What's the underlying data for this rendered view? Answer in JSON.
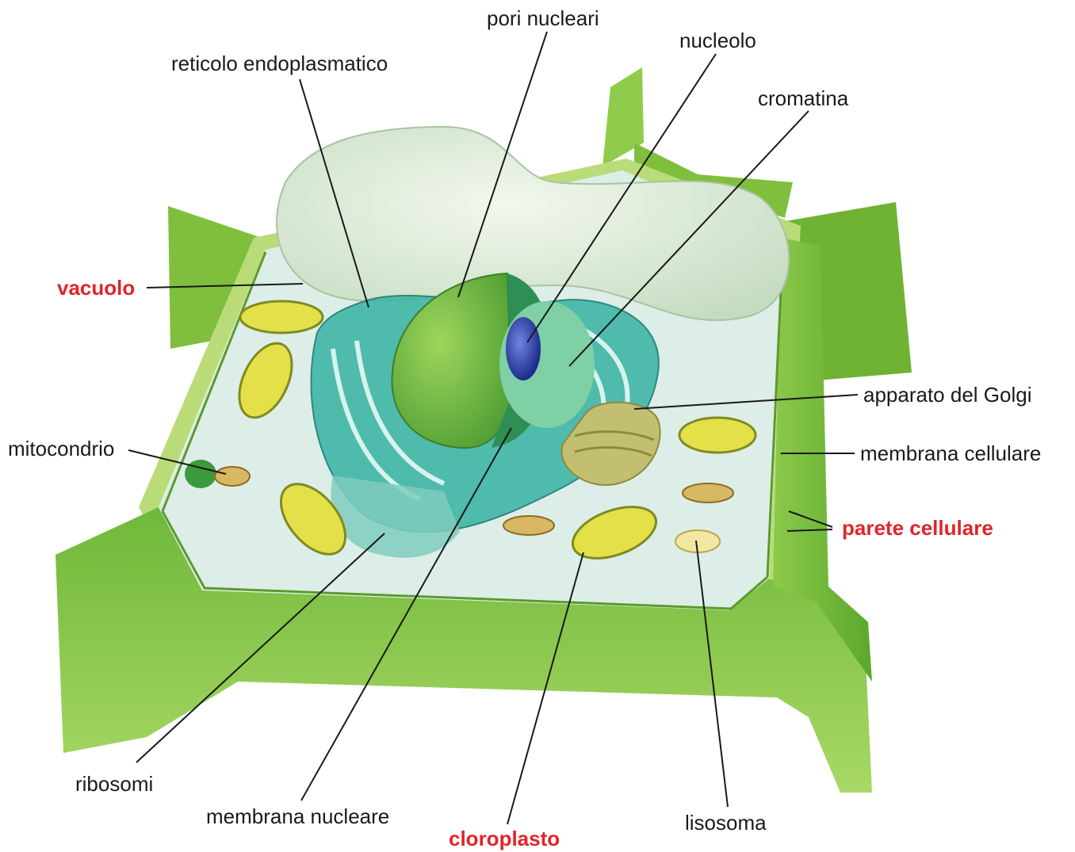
{
  "labels": {
    "pori_nucleari": "pori nucleari",
    "nucleolo": "nucleolo",
    "reticolo": "reticolo endoplasmatico",
    "cromatina": "cromatina",
    "vacuolo": "vacuolo",
    "golgi": "apparato del Golgi",
    "mitocondrio": "mitocondrio",
    "membrana_cellulare": "membrana cellulare",
    "parete_cellulare": "parete cellulare",
    "ribosomi": "ribosomi",
    "membrana_nucleare": "membrana nucleare",
    "cloroplasto": "cloroplasto",
    "lisosoma": "lisosoma"
  },
  "colors": {
    "key_label": "#e0252b",
    "text": "#1a1a1a",
    "cell_wall": "#7cbf3a",
    "cytoplasm": "#dbeee8",
    "nucleus": "#6fbf4a",
    "chloroplast": "#e3e04a",
    "er": "#2aa39a"
  }
}
